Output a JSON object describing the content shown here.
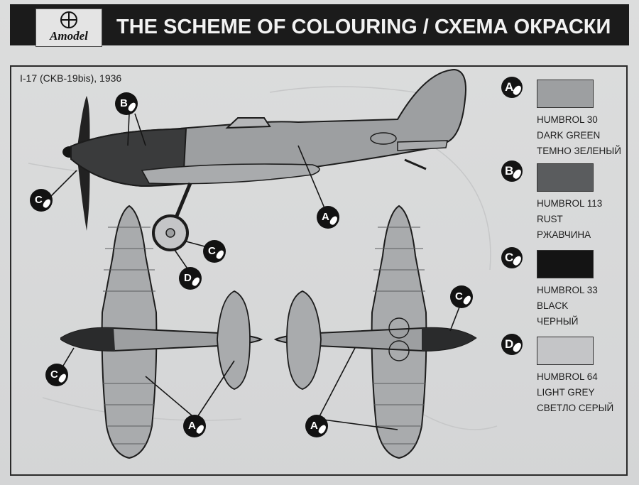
{
  "header": {
    "logo_text": "Amodel",
    "title": "THE SCHEME OF COLOURING / СХЕМА ОКРАСКИ"
  },
  "model": {
    "label": "I-17 (CKB-19bis), 1936"
  },
  "legend": [
    {
      "letter": "A",
      "code": "HUMBROL 30",
      "name_en": "DARK GREEN",
      "name_ru": "ТЕМНО ЗЕЛЕНЫЙ",
      "color": "#9d9fa1"
    },
    {
      "letter": "B",
      "code": "HUMBROL 113",
      "name_en": "RUST",
      "name_ru": "РЖАВЧИНА",
      "color": "#5a5c5e"
    },
    {
      "letter": "C",
      "code": "HUMBROL 33",
      "name_en": "BLACK",
      "name_ru": "ЧЕРНЫЙ",
      "color": "#141414"
    },
    {
      "letter": "D",
      "code": "HUMBROL 64",
      "name_en": "LIGHT GREY",
      "name_ru": "СВЕТЛО СЕРЫЙ",
      "color": "#c4c5c7"
    }
  ],
  "callouts": {
    "b_side": "B",
    "c_prop": "C",
    "a_side": "A",
    "c_wheel": "C",
    "d_wheel": "D",
    "c_top_left": "C",
    "a_top_left": "A",
    "c_top_right": "C",
    "a_top_right": "A"
  },
  "colors": {
    "aircraft_grey": "#9d9fa1",
    "cowl_dark": "#3a3b3c",
    "black": "#141414",
    "frame": "#2a2a2a"
  }
}
